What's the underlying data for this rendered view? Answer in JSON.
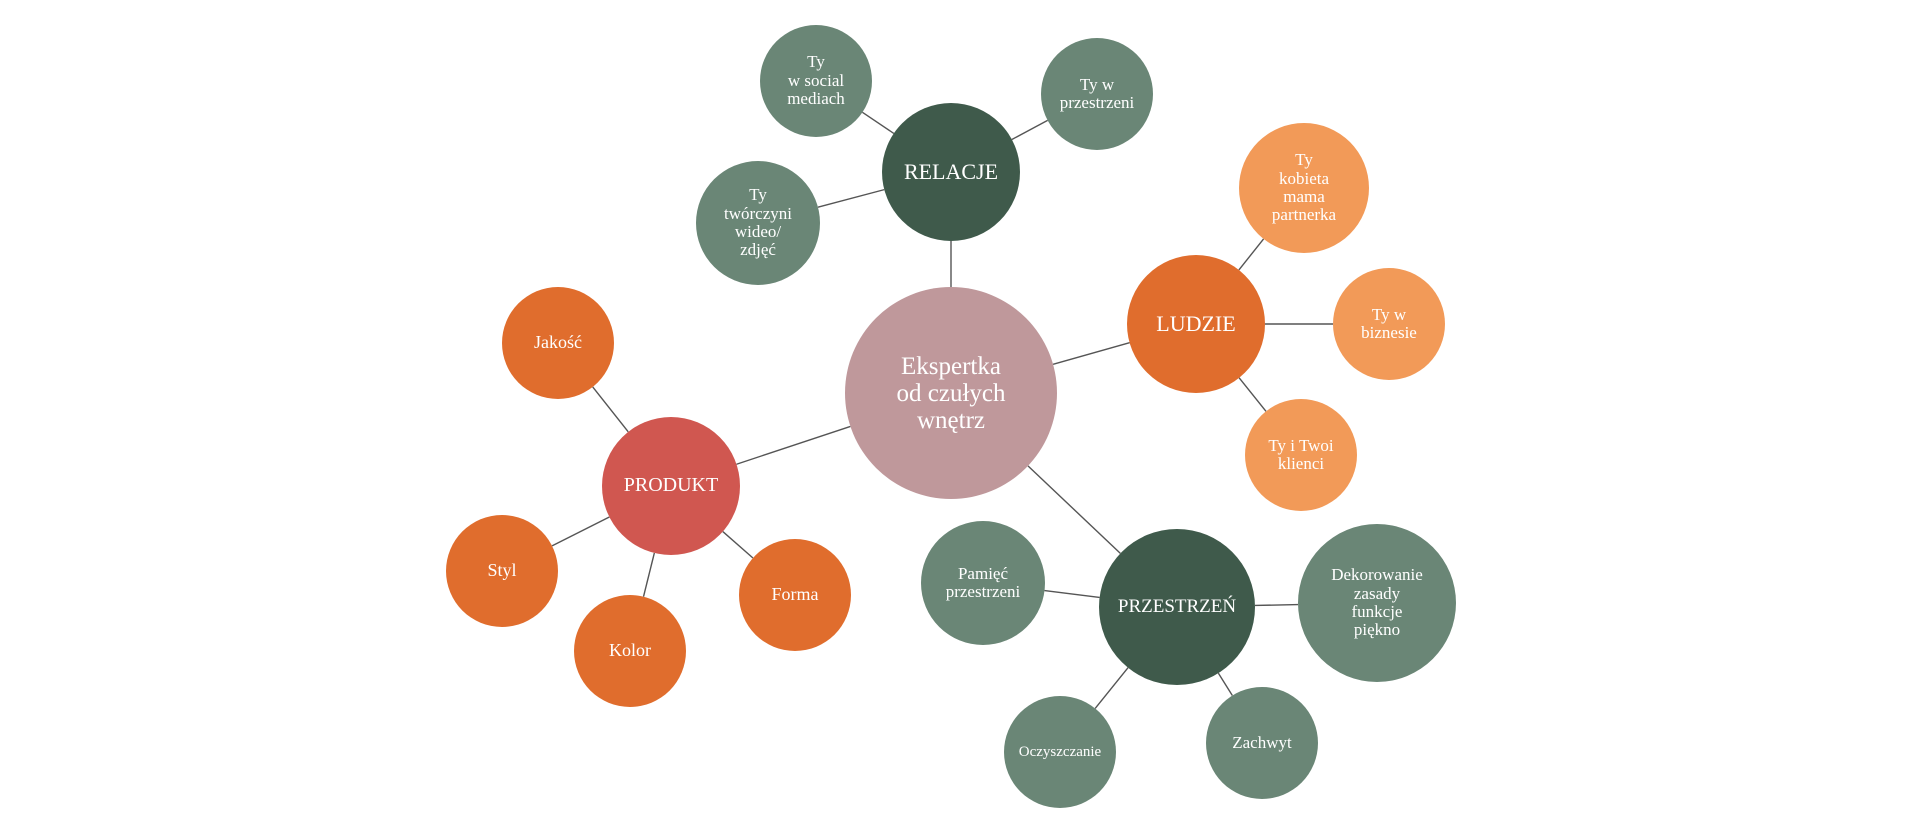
{
  "colors": {
    "center": "#BF989B",
    "hub_dark": "#3F5A4B",
    "leaf_green": "#6A8676",
    "hub_orange": "#E06D2D",
    "leaf_orange_light": "#F29A58",
    "leaf_orange": "#E06D2D",
    "hub_red": "#D05750",
    "line": "#555555"
  },
  "nodes": {
    "center": {
      "label": "Ekspertka\nod czułych\nwnętrz"
    },
    "relacje": {
      "label": "RELACJE"
    },
    "relacje_social": {
      "label": "Ty\nw social\nmediach"
    },
    "relacje_przestrzeni": {
      "label": "Ty w\nprzestrzeni"
    },
    "relacje_tworczyni": {
      "label": "Ty\ntwórczyni\nwideo/\nzdjęć"
    },
    "ludzie": {
      "label": "LUDZIE"
    },
    "ludzie_kobieta": {
      "label": "Ty\nkobieta\nmama\npartnerka"
    },
    "ludzie_biznesie": {
      "label": "Ty w\nbiznesie"
    },
    "ludzie_klienci": {
      "label": "Ty i Twoi\nklienci"
    },
    "produkt": {
      "label": "PRODUKT"
    },
    "produkt_jakosc": {
      "label": "Jakość"
    },
    "produkt_styl": {
      "label": "Styl"
    },
    "produkt_kolor": {
      "label": "Kolor"
    },
    "produkt_forma": {
      "label": "Forma"
    },
    "przestrzen": {
      "label": "PRZESTRZEŃ"
    },
    "przestrzen_pamiec": {
      "label": "Pamięć\nprzestrzeni"
    },
    "przestrzen_dekorowanie": {
      "label": "Dekorowanie\nzasady\nfunkcje\npiękno"
    },
    "przestrzen_oczyszczanie": {
      "label": "Oczyszczanie"
    },
    "przestrzen_zachwyt": {
      "label": "Zachwyt"
    }
  }
}
